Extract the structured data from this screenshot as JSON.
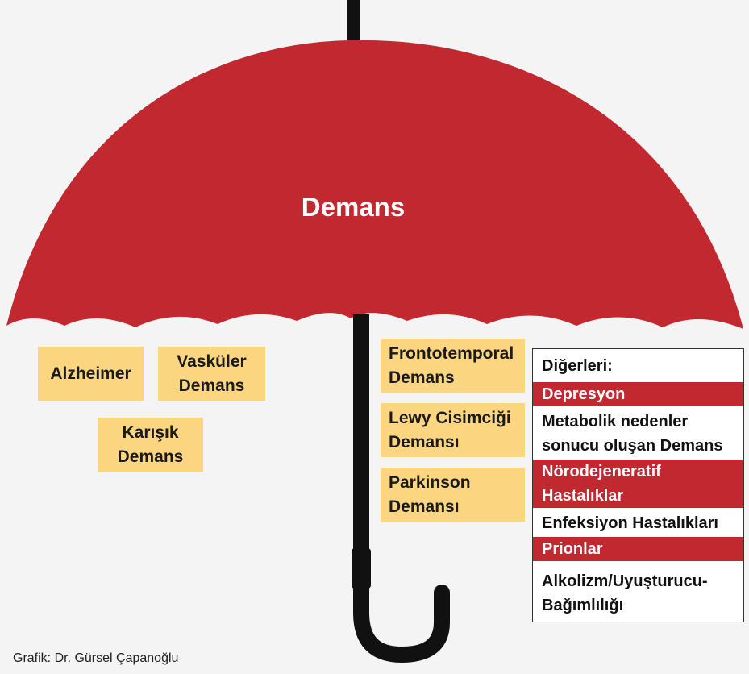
{
  "title": "Demans",
  "types": {
    "alzheimer": "Alzheimer",
    "vaskuler": [
      "Vasküler",
      "Demans"
    ],
    "karisik": [
      "Karışık",
      "Demans"
    ],
    "frontotemporal": [
      "Frontotemporal",
      "Demans"
    ],
    "lewy": [
      "Lewy Cisimciği",
      "Demansı"
    ],
    "parkinson": [
      "Parkinson",
      "Demansı"
    ]
  },
  "others": {
    "header": "Diğerleri:",
    "items": [
      {
        "lines": [
          "Depresyon"
        ],
        "highlight": true
      },
      {
        "lines": [
          "Metabolik nedenler",
          "sonucu oluşan Demans"
        ],
        "highlight": false
      },
      {
        "lines": [
          "Nörodejeneratif",
          "Hastalıklar"
        ],
        "highlight": true
      },
      {
        "lines": [
          "Enfeksiyon Hastalıkları"
        ],
        "highlight": false
      },
      {
        "lines": [
          "Prionlar"
        ],
        "highlight": true
      },
      {
        "lines": [
          "Alkolizm/Uyuşturucu-",
          "Bağımlılığı"
        ],
        "highlight": false
      }
    ]
  },
  "credit": "Grafik: Dr. Gürsel Çapanoğlu",
  "colors": {
    "canopy": "#c1282f",
    "handle": "#111111",
    "box": "#fbd580",
    "highlight": "#c1282f"
  }
}
